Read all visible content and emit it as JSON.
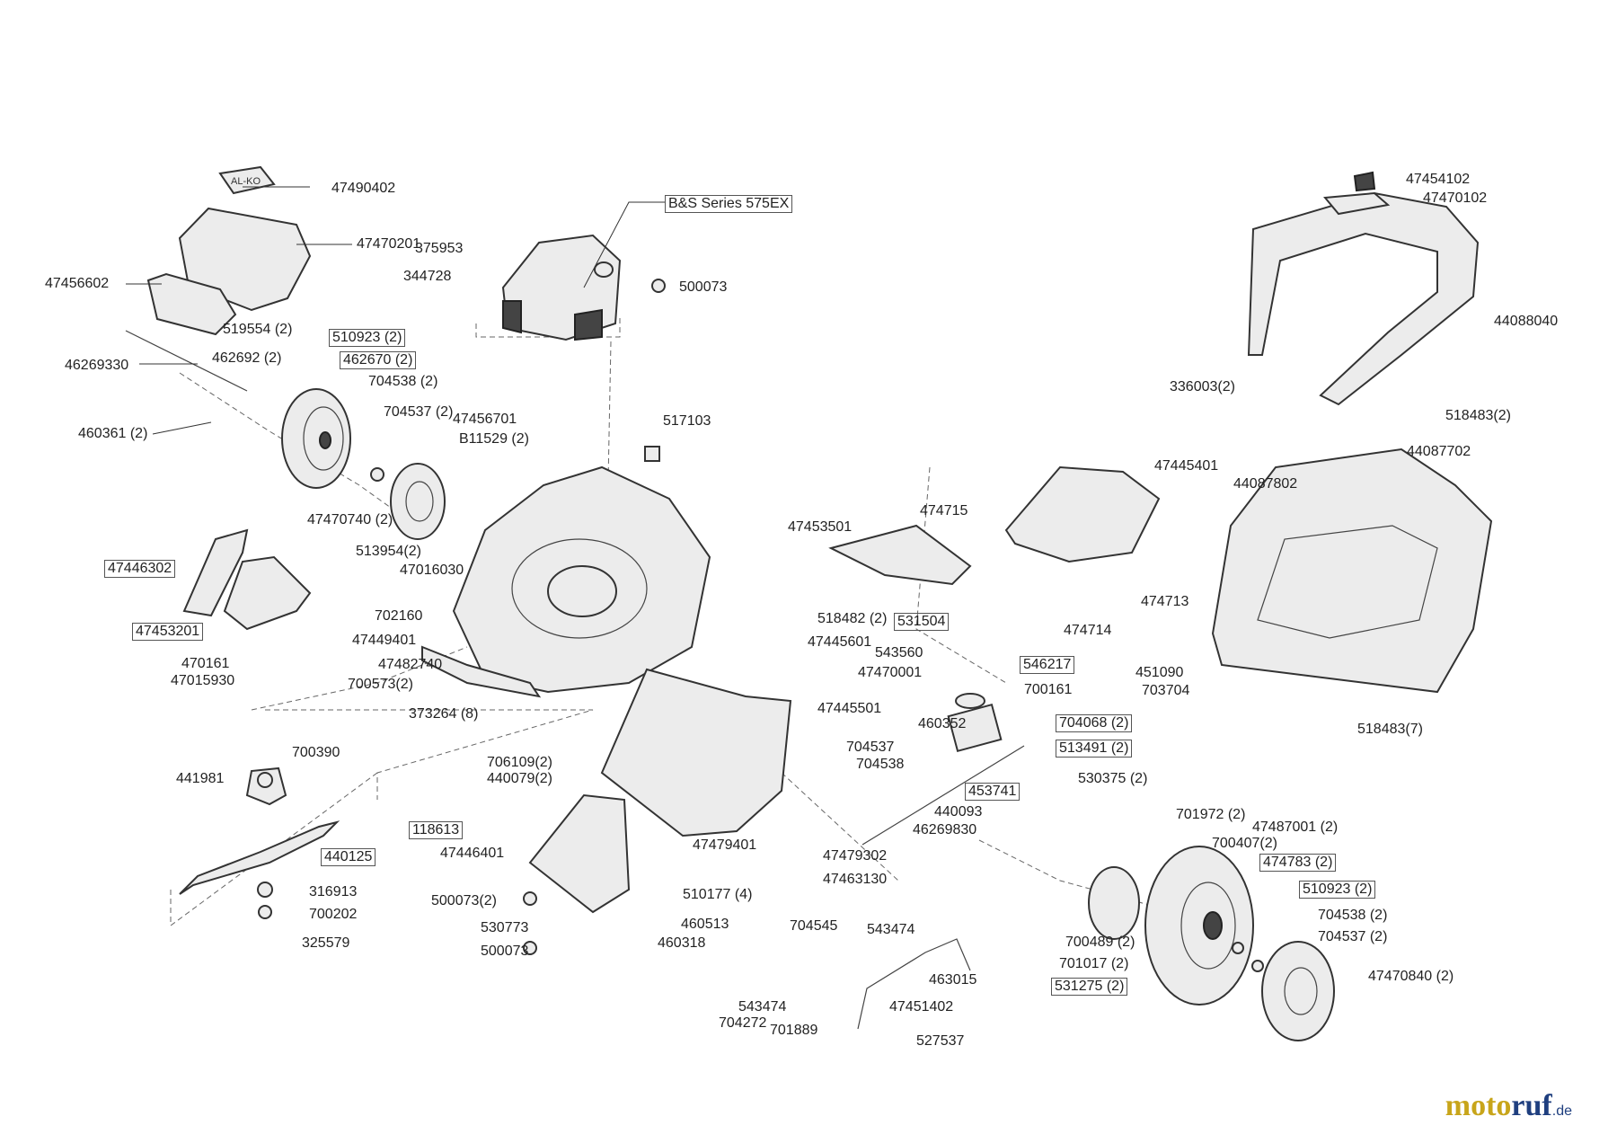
{
  "logo": {
    "brand_a": "moto",
    "brand_b": "ruf",
    "tld": ".de"
  },
  "labels": [
    {
      "id": "47490402",
      "text": "47490402",
      "boxed": false
    },
    {
      "id": "47470201",
      "text": "47470201",
      "boxed": false
    },
    {
      "id": "47456602",
      "text": "47456602",
      "boxed": false
    },
    {
      "id": "519554",
      "text": "519554 (2)",
      "boxed": false
    },
    {
      "id": "462692",
      "text": "462692 (2)",
      "boxed": false
    },
    {
      "id": "46269330",
      "text": "46269330",
      "boxed": false
    },
    {
      "id": "460361",
      "text": "460361 (2)",
      "boxed": false
    },
    {
      "id": "510923a",
      "text": "510923 (2)",
      "boxed": true
    },
    {
      "id": "462670",
      "text": "462670 (2)",
      "boxed": true
    },
    {
      "id": "704538a",
      "text": "704538 (2)",
      "boxed": false
    },
    {
      "id": "704537a",
      "text": "704537 (2)",
      "boxed": false
    },
    {
      "id": "47470740",
      "text": "47470740 (2)",
      "boxed": false
    },
    {
      "id": "375953",
      "text": "375953",
      "boxed": false
    },
    {
      "id": "344728",
      "text": "344728",
      "boxed": false
    },
    {
      "id": "bs575",
      "text": "B&S Series 575EX",
      "boxed": true
    },
    {
      "id": "500073a",
      "text": "500073",
      "boxed": false
    },
    {
      "id": "47456701",
      "text": "47456701",
      "boxed": false
    },
    {
      "id": "b11529",
      "text": "B11529 (2)",
      "boxed": false
    },
    {
      "id": "517103",
      "text": "517103",
      "boxed": false
    },
    {
      "id": "47446302",
      "text": "47446302",
      "boxed": true
    },
    {
      "id": "513954",
      "text": "513954(2)",
      "boxed": false
    },
    {
      "id": "47016030",
      "text": "47016030",
      "boxed": false
    },
    {
      "id": "702160",
      "text": "702160",
      "boxed": false
    },
    {
      "id": "47453201",
      "text": "47453201",
      "boxed": true
    },
    {
      "id": "47449401",
      "text": "47449401",
      "boxed": false
    },
    {
      "id": "470161",
      "text": "470161",
      "boxed": false
    },
    {
      "id": "47015930",
      "text": "47015930",
      "boxed": false
    },
    {
      "id": "47482740",
      "text": "47482740",
      "boxed": false
    },
    {
      "id": "700573",
      "text": "700573(2)",
      "boxed": false
    },
    {
      "id": "373264",
      "text": "373264 (8)",
      "boxed": false
    },
    {
      "id": "700390",
      "text": "700390",
      "boxed": false
    },
    {
      "id": "441981",
      "text": "441981",
      "boxed": false
    },
    {
      "id": "118613",
      "text": "118613",
      "boxed": true
    },
    {
      "id": "440125",
      "text": "440125",
      "boxed": true
    },
    {
      "id": "316913",
      "text": "316913",
      "boxed": false
    },
    {
      "id": "700202",
      "text": "700202",
      "boxed": false
    },
    {
      "id": "325579",
      "text": "325579",
      "boxed": false
    },
    {
      "id": "706109",
      "text": "706109(2)",
      "boxed": false
    },
    {
      "id": "440079",
      "text": "440079(2)",
      "boxed": false
    },
    {
      "id": "47446401",
      "text": "47446401",
      "boxed": false
    },
    {
      "id": "500073b",
      "text": "500073(2)",
      "boxed": false
    },
    {
      "id": "530773",
      "text": "530773",
      "boxed": false
    },
    {
      "id": "500073c",
      "text": "500073",
      "boxed": false
    },
    {
      "id": "460318",
      "text": "460318",
      "boxed": false
    },
    {
      "id": "460513",
      "text": "460513",
      "boxed": false
    },
    {
      "id": "510177",
      "text": "510177 (4)",
      "boxed": false
    },
    {
      "id": "47479401",
      "text": "47479401",
      "boxed": false
    },
    {
      "id": "47479302",
      "text": "47479302",
      "boxed": false
    },
    {
      "id": "47463130",
      "text": "47463130",
      "boxed": false
    },
    {
      "id": "704545",
      "text": "704545",
      "boxed": false
    },
    {
      "id": "518482",
      "text": "518482 (2)",
      "boxed": false
    },
    {
      "id": "47445601",
      "text": "47445601",
      "boxed": false
    },
    {
      "id": "543560",
      "text": "543560",
      "boxed": false
    },
    {
      "id": "47470001",
      "text": "47470001",
      "boxed": false
    },
    {
      "id": "47445501",
      "text": "47445501",
      "boxed": false
    },
    {
      "id": "704537b",
      "text": "704537",
      "boxed": false
    },
    {
      "id": "704538b",
      "text": "704538",
      "boxed": false
    },
    {
      "id": "47453501",
      "text": "47453501",
      "boxed": false
    },
    {
      "id": "474715",
      "text": "474715",
      "boxed": false
    },
    {
      "id": "47445401",
      "text": "47445401",
      "boxed": false
    },
    {
      "id": "531504",
      "text": "531504",
      "boxed": true
    },
    {
      "id": "474713",
      "text": "474713",
      "boxed": false
    },
    {
      "id": "474714",
      "text": "474714",
      "boxed": false
    },
    {
      "id": "546217",
      "text": "546217",
      "boxed": true
    },
    {
      "id": "451090",
      "text": "451090",
      "boxed": false
    },
    {
      "id": "703704",
      "text": "703704",
      "boxed": false
    },
    {
      "id": "700161",
      "text": "700161",
      "boxed": false
    },
    {
      "id": "460352",
      "text": "460352",
      "boxed": false
    },
    {
      "id": "704068",
      "text": "704068 (2)",
      "boxed": true
    },
    {
      "id": "513491",
      "text": "513491 (2)",
      "boxed": true
    },
    {
      "id": "530375",
      "text": "530375 (2)",
      "boxed": false
    },
    {
      "id": "453741",
      "text": "453741",
      "boxed": true
    },
    {
      "id": "440093",
      "text": "440093",
      "boxed": false
    },
    {
      "id": "46269830",
      "text": "46269830",
      "boxed": false
    },
    {
      "id": "701972",
      "text": "701972 (2)",
      "boxed": false
    },
    {
      "id": "47487001",
      "text": "47487001 (2)",
      "boxed": false
    },
    {
      "id": "700407",
      "text": "700407(2)",
      "boxed": false
    },
    {
      "id": "474783",
      "text": "474783 (2)",
      "boxed": true
    },
    {
      "id": "510923b",
      "text": "510923 (2)",
      "boxed": true
    },
    {
      "id": "704538c",
      "text": "704538 (2)",
      "boxed": false
    },
    {
      "id": "704537c",
      "text": "704537 (2)",
      "boxed": false
    },
    {
      "id": "47470840",
      "text": "47470840 (2)",
      "boxed": false
    },
    {
      "id": "700489",
      "text": "700489 (2)",
      "boxed": false
    },
    {
      "id": "701017",
      "text": "701017 (2)",
      "boxed": false
    },
    {
      "id": "531275",
      "text": "531275 (2)",
      "boxed": true
    },
    {
      "id": "543474a",
      "text": "543474",
      "boxed": false
    },
    {
      "id": "463015",
      "text": "463015",
      "boxed": false
    },
    {
      "id": "543474b",
      "text": "543474",
      "boxed": false
    },
    {
      "id": "704272",
      "text": "704272",
      "boxed": false
    },
    {
      "id": "701889",
      "text": "701889",
      "boxed": false
    },
    {
      "id": "47451402",
      "text": "47451402",
      "boxed": false
    },
    {
      "id": "527537",
      "text": "527537",
      "boxed": false
    },
    {
      "id": "47454102",
      "text": "47454102",
      "boxed": false
    },
    {
      "id": "47470102",
      "text": "47470102",
      "boxed": false
    },
    {
      "id": "44088040",
      "text": "44088040",
      "boxed": false
    },
    {
      "id": "336003",
      "text": "336003(2)",
      "boxed": false
    },
    {
      "id": "518483a",
      "text": "518483(2)",
      "boxed": false
    },
    {
      "id": "44087702",
      "text": "44087702",
      "boxed": false
    },
    {
      "id": "44087802",
      "text": "44087802",
      "boxed": false
    },
    {
      "id": "518483b",
      "text": "518483(7)",
      "boxed": false
    }
  ]
}
